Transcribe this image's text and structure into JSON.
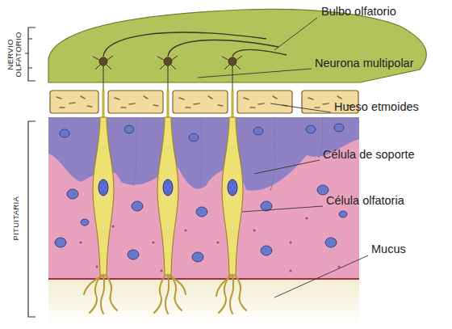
{
  "diagram": {
    "labels": [
      "Bulbo olfatorio",
      "NERVIO OLFATORIO",
      "Neurona multipolar",
      "Hueso etmoides",
      "Célula de soporte",
      "PITUITARIA",
      "Célula olfatoria",
      "Mucus"
    ]
  }
}
